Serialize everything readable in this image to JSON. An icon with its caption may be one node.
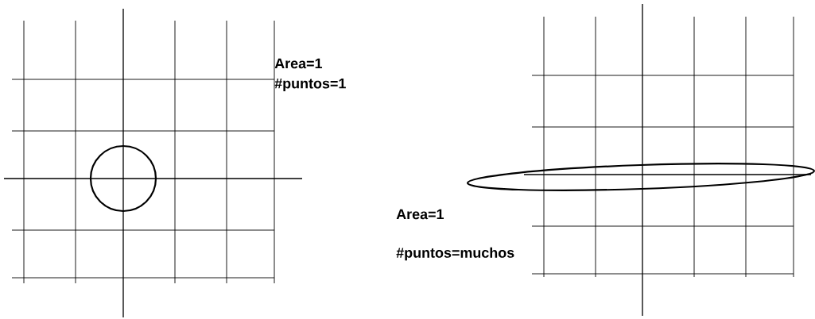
{
  "diagram": {
    "nodes": [
      {
        "text": [],
        "shape": "circle"
      },
      {
        "text": [],
        "shape": "ellipse"
      }
    ],
    "labels": [
      "Area=1",
      "#puntos=1",
      "Area=1",
      "#puntos=muchos"
    ]
  }
}
